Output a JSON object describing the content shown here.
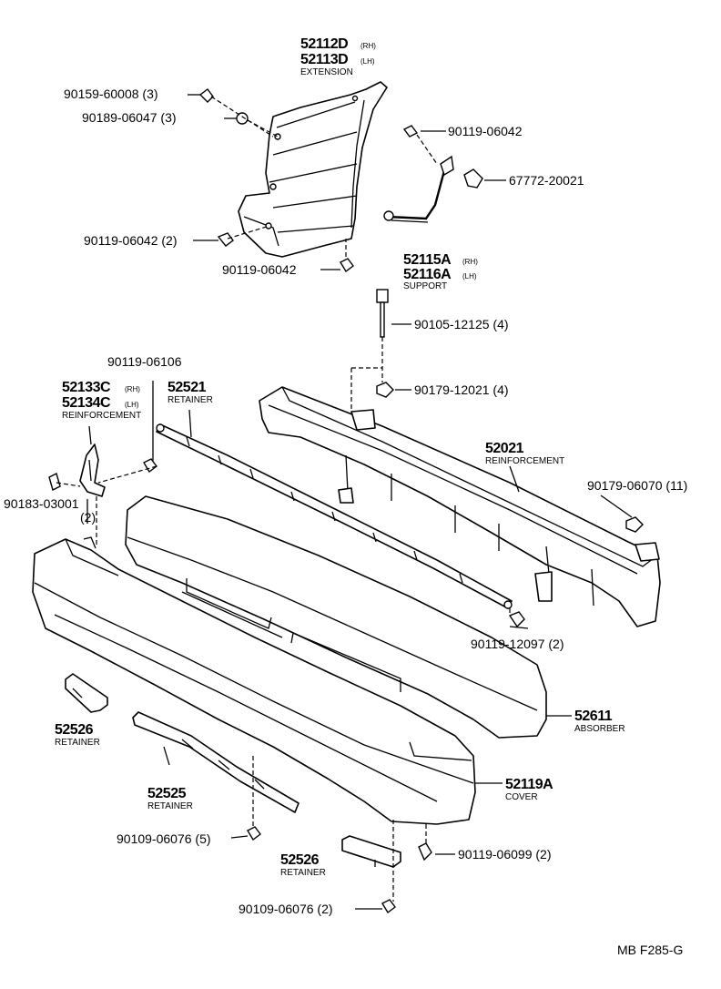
{
  "diagram_code": "MB F285-G",
  "parts": {
    "ext_rh": "52112D",
    "ext_rh_side": "RH",
    "ext_lh": "52113D",
    "ext_lh_side": "LH",
    "ext_name": "EXTENSION",
    "bolt_60008": "90159-60008 (3)",
    "clip_06047": "90189-06047 (3)",
    "bolt_06042_top": "90119-06042",
    "clip_20021": "67772-20021",
    "bolt_06042_2": "90119-06042 (2)",
    "bolt_06042_mid": "90119-06042",
    "sup_rh": "52115A",
    "sup_rh_side": "RH",
    "sup_lh": "52116A",
    "sup_lh_side": "LH",
    "sup_name": "SUPPORT",
    "bolt_12125": "90105-12125 (4)",
    "nut_12021": "90179-12021 (4)",
    "bolt_06106": "90119-06106",
    "rein_rh": "52133C",
    "rein_rh_side": "RH",
    "rein_lh": "52134C",
    "rein_lh_side": "LH",
    "rein_name": "REINFORCEMENT",
    "ret_52521": "52521",
    "ret_52521_name": "RETAINER",
    "main_rein": "52021",
    "main_rein_name": "REINFORCEMENT",
    "nut_06070": "90179-06070 (11)",
    "clip_03001": "90183-03001",
    "clip_03001_qty": "(2)",
    "bolt_12097": "90119-12097 (2)",
    "absorber": "52611",
    "absorber_name": "ABSORBER",
    "ret_52526_a": "52526",
    "ret_52526_a_name": "RETAINER",
    "cover": "52119A",
    "cover_name": "COVER",
    "ret_52525": "52525",
    "ret_52525_name": "RETAINER",
    "bolt_06076_5": "90109-06076 (5)",
    "bolt_06099": "90119-06099 (2)",
    "ret_52526_b": "52526",
    "ret_52526_b_name": "RETAINER",
    "bolt_06076_2": "90109-06076 (2)"
  }
}
